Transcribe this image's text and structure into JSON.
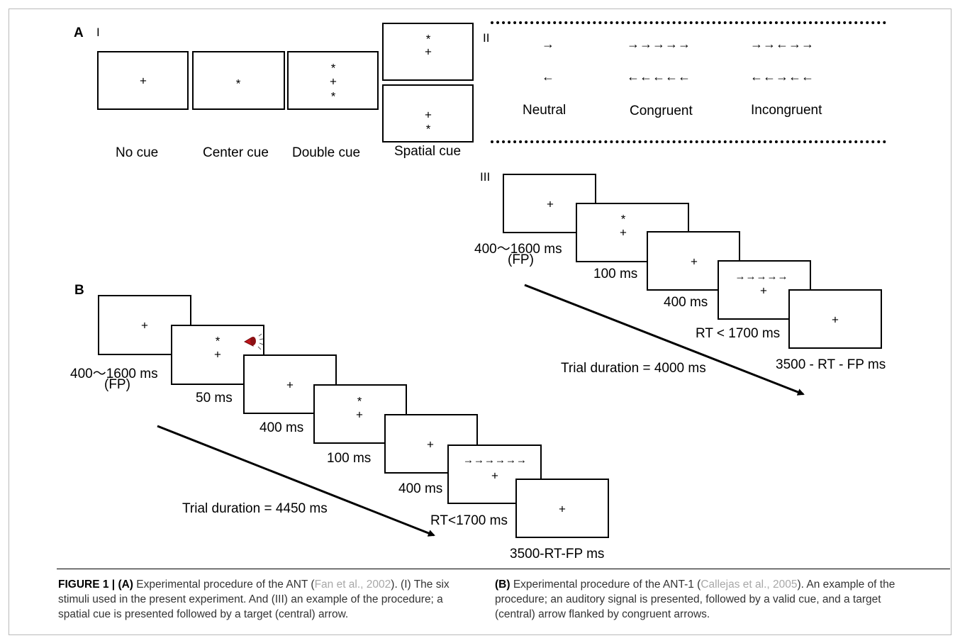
{
  "panels": {
    "A": "A",
    "B": "B",
    "I": "I",
    "II": "II",
    "III": "III"
  },
  "cue_labels": {
    "no_cue": "No cue",
    "center_cue": "Center cue",
    "double_cue": "Double cue",
    "spatial_cue": "Spatial cue"
  },
  "symbols": {
    "fixation": "+",
    "cue": "*"
  },
  "flankers": {
    "neutral_right": "→",
    "neutral_left": "←",
    "congruent_right": "→→→→→",
    "congruent_left": "←←←←←",
    "incongruent_right": "→→←→→",
    "incongruent_left": "←←→←←",
    "neutral_label": "Neutral",
    "congruent_label": "Congruent",
    "incongruent_label": "Incongruent"
  },
  "sequence_A": {
    "fp": "400～1600 ms",
    "fp_sub": "(FP)",
    "cue_duration": "100 ms",
    "isi": "400 ms",
    "rt": "RT < 1700 ms",
    "final": "3500 - RT - FP ms",
    "trial": "Trial duration = 4000 ms",
    "target": "→→→→→"
  },
  "sequence_B": {
    "fp": "400～1600 ms",
    "fp_sub": "(FP)",
    "auditory": "50 ms",
    "isi1": "400 ms",
    "cue_duration": "100 ms",
    "isi2": "400 ms",
    "rt": "RT<1700 ms",
    "final": "3500-RT-FP ms",
    "trial": "Trial duration = 4450 ms",
    "target": "→→→→→→"
  },
  "caption": {
    "fig": "FIGURE 1 | ",
    "a_label": "(A)",
    "a_text1": " Experimental procedure of the ANT (",
    "a_cite": "Fan et al., 2002",
    "a_text2": "). (I) The six stimuli used in the present experiment. And (III) an example of the procedure; a spatial cue is presented followed by a target (central) arrow.",
    "b_label": "(B)",
    "b_text1": " Experimental procedure of the ANT-1 (",
    "b_cite": "Callejas et al., 2005",
    "b_text2": "). An example of the procedure; an auditory signal is presented, followed by a valid cue, and a target (central) arrow flanked by congruent arrows."
  },
  "colors": {
    "speaker": "#c0141a"
  }
}
